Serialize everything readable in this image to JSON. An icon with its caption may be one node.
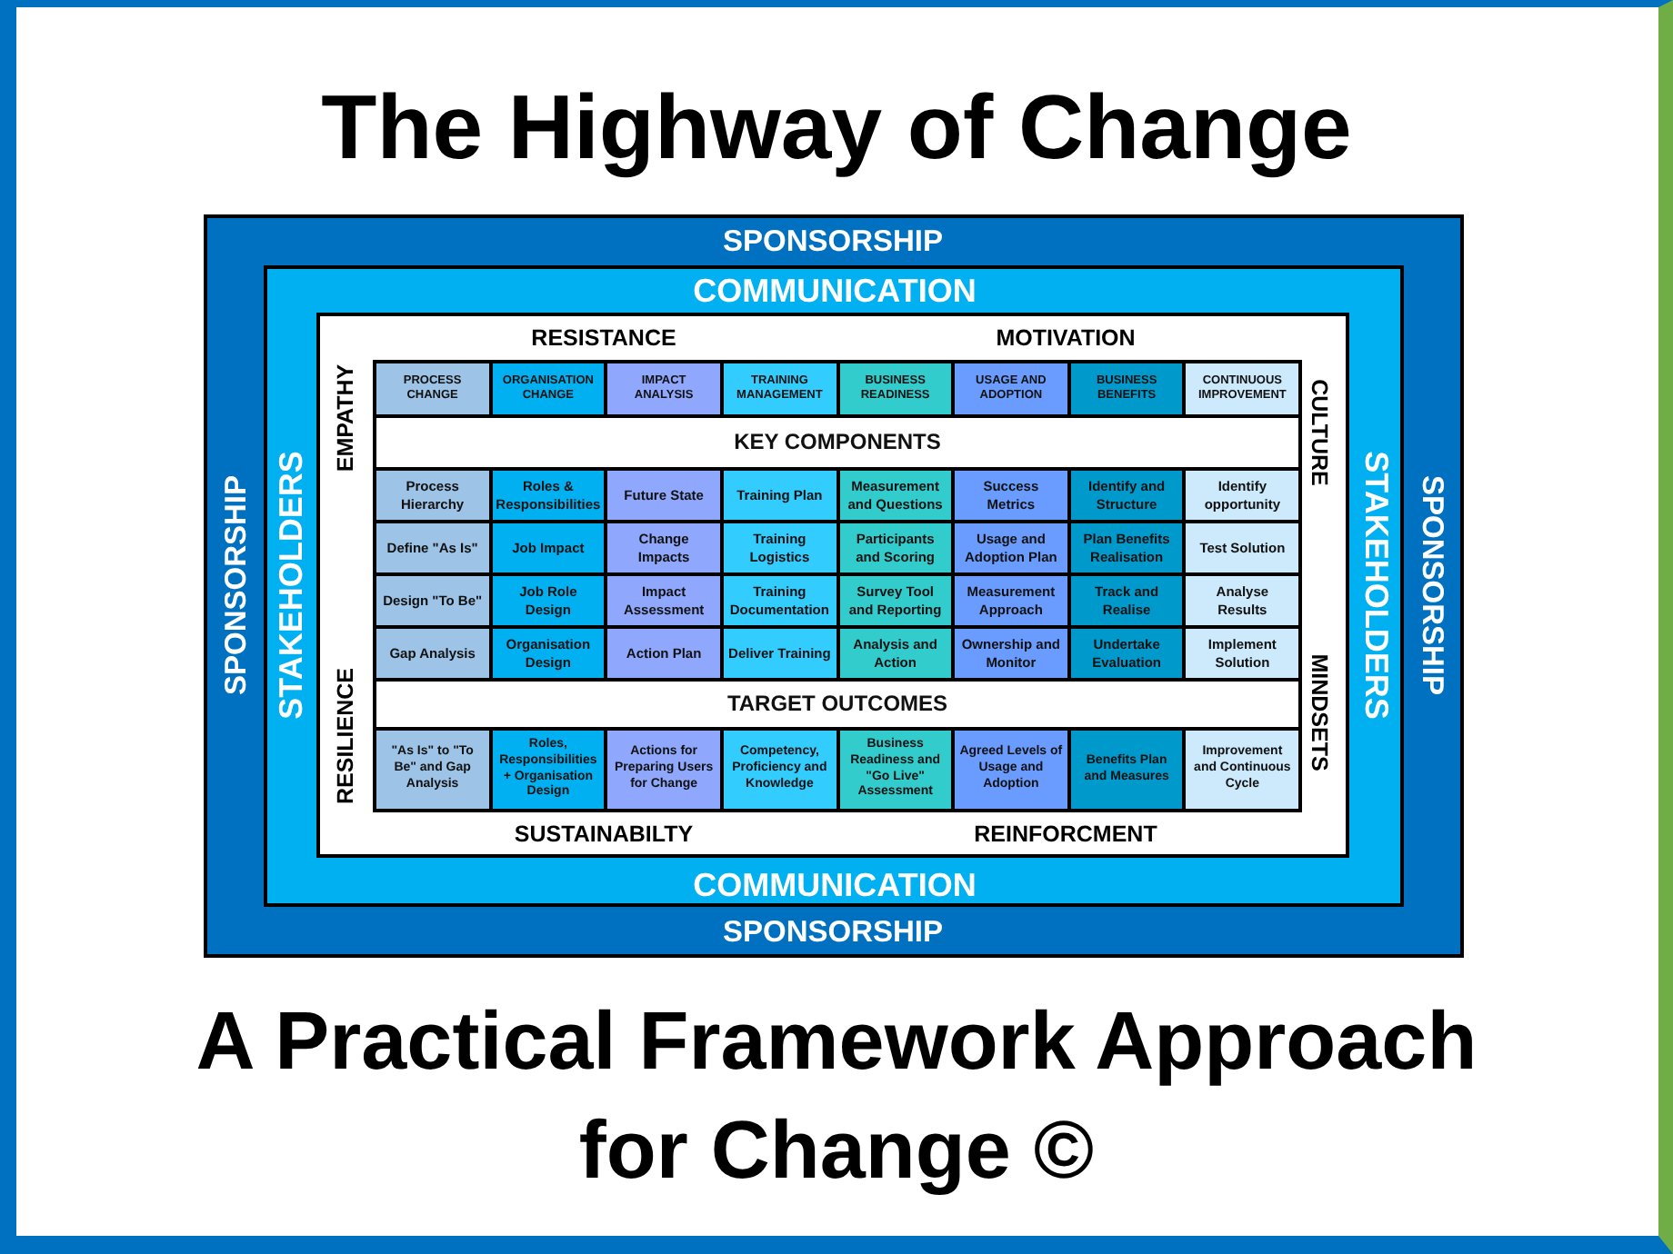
{
  "diagram": {
    "title": "The Highway of Change",
    "caption": "A Practical Framework Approach for Change ©",
    "nodes": [
      {
        "text": [
          "SPONSORSHIP",
          "SPONSORSHIP",
          "SPONSORSHIP",
          "SPONSORSHIP"
        ]
      },
      {
        "text": [
          "COMMUNICATION",
          "STAKEHOLDERS",
          "STAKEHOLDERS",
          "COMMUNICATION"
        ],
        "in": 0
      },
      {
        "text": [
          "RESISTANCE",
          "MOTIVATION",
          "EMPATHY",
          "CULTURE",
          "RESILIENCE",
          "MINDSETS",
          "SUSTAINABILTY",
          "REINFORCMENT"
        ],
        "in": 1
      },
      {
        "text": [
          "PROCESS CHANGE"
        ],
        "in": 2
      },
      {
        "text": [
          "ORGANISATION CHANGE"
        ],
        "in": 2
      },
      {
        "text": [
          "IMPACT ANALYSIS"
        ],
        "in": 2
      },
      {
        "text": [
          "TRAINING MANAGEMENT"
        ],
        "in": 2
      },
      {
        "text": [
          "BUSINESS READINESS"
        ],
        "in": 2
      },
      {
        "text": [
          "USAGE AND ADOPTION"
        ],
        "in": 2
      },
      {
        "text": [
          "BUSINESS BENEFITS"
        ],
        "in": 2
      },
      {
        "text": [
          "CONTINUOUS IMPROVEMENT"
        ],
        "in": 2
      },
      {
        "text": [
          "KEY COMPONENTS"
        ],
        "in": 2
      },
      {
        "text": [
          "Process Hierarchy"
        ],
        "in": 2
      },
      {
        "text": [
          "Roles & Responsibilities"
        ],
        "in": 2
      },
      {
        "text": [
          "Future State"
        ],
        "in": 2
      },
      {
        "text": [
          "Training Plan"
        ],
        "in": 2
      },
      {
        "text": [
          "Measurement and Questions"
        ],
        "in": 2
      },
      {
        "text": [
          "Success Metrics"
        ],
        "in": 2
      },
      {
        "text": [
          "Identify and Structure"
        ],
        "in": 2
      },
      {
        "text": [
          "Identify opportunity"
        ],
        "in": 2
      },
      {
        "text": [
          "Define \"As Is\""
        ],
        "in": 2
      },
      {
        "text": [
          "Job Impact"
        ],
        "in": 2
      },
      {
        "text": [
          "Change Impacts"
        ],
        "in": 2
      },
      {
        "text": [
          "Training Logistics"
        ],
        "in": 2
      },
      {
        "text": [
          "Participants and Scoring"
        ],
        "in": 2
      },
      {
        "text": [
          "Usage and Adoption Plan"
        ],
        "in": 2
      },
      {
        "text": [
          "Plan Benefits Realisation"
        ],
        "in": 2
      },
      {
        "text": [
          "Test Solution"
        ],
        "in": 2
      },
      {
        "text": [
          "Design \"To Be\""
        ],
        "in": 2
      },
      {
        "text": [
          "Job Role Design"
        ],
        "in": 2
      },
      {
        "text": [
          "Impact Assessment"
        ],
        "in": 2
      },
      {
        "text": [
          "Training Documentation"
        ],
        "in": 2
      },
      {
        "text": [
          "Survey Tool and Reporting"
        ],
        "in": 2
      },
      {
        "text": [
          "Measurement Approach"
        ],
        "in": 2
      },
      {
        "text": [
          "Track and Realise"
        ],
        "in": 2
      },
      {
        "text": [
          "Analyse Results"
        ],
        "in": 2
      },
      {
        "text": [
          "Gap Analysis"
        ],
        "in": 2
      },
      {
        "text": [
          "Organisation Design"
        ],
        "in": 2
      },
      {
        "text": [
          "Action Plan"
        ],
        "in": 2
      },
      {
        "text": [
          "Deliver Training"
        ],
        "in": 2
      },
      {
        "text": [
          "Analysis and Action"
        ],
        "in": 2
      },
      {
        "text": [
          "Ownership and Monitor"
        ],
        "in": 2
      },
      {
        "text": [
          "Undertake Evaluation"
        ],
        "in": 2
      },
      {
        "text": [
          "Implement Solution"
        ],
        "in": 2
      },
      {
        "text": [
          "TARGET OUTCOMES"
        ],
        "in": 2
      },
      {
        "text": [
          "\"As Is\" to \"To Be\" and Gap Analysis"
        ],
        "in": 2
      },
      {
        "text": [
          "Roles, Responsibilities + Organisation Design"
        ],
        "in": 2
      },
      {
        "text": [
          "Actions for Preparing Users for Change"
        ],
        "in": 2
      },
      {
        "text": [
          "Competency, Proficiency and Knowledge"
        ],
        "in": 2
      },
      {
        "text": [
          "Business Readiness and \"Go Live\" Assessment"
        ],
        "in": 2
      },
      {
        "text": [
          "Agreed Levels of Usage and Adoption"
        ],
        "in": 2
      },
      {
        "text": [
          "Benefits Plan and Measures"
        ],
        "in": 2
      },
      {
        "text": [
          "Improvement and Continuous Cycle"
        ],
        "in": 2
      }
    ]
  }
}
